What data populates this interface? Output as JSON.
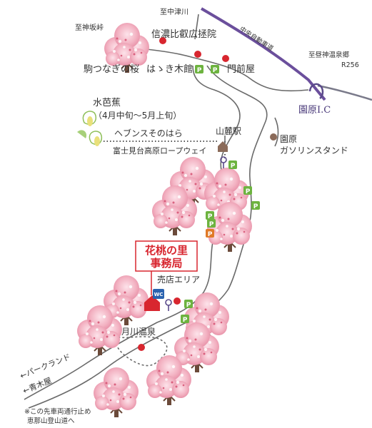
{
  "map": {
    "labels": {
      "to_nakatsugawa": "至中津川",
      "to_misakatoge": "至神坂峠",
      "chuo_expressway": "中央自動車道",
      "to_hirugami_onsen": "至昼神温泉郷",
      "r256": "R256",
      "sonohara_ic": "園原I.C",
      "shinano_hospital": "信濃比叡広拯院",
      "koma_tsunagi": "駒つなぎの桜",
      "hakiki_kan": "はゝき木館",
      "monzen_ya": "門前屋",
      "mizubasho": "水芭蕉",
      "mizubasho_period": "（4月中旬〜5月上旬）",
      "heavens_sonohara": "ヘブンスそのはら",
      "sanroku_station": "山麓駅",
      "ropeway": "富士見台高原ロープウェイ",
      "sonohara": "園原",
      "gas_station": "ガソリンスタンド",
      "office_line1": "花桃の里",
      "office_line2": "事務局",
      "shop_area": "売店エリア",
      "wc": "WC",
      "tsukikawa_onsen": "月川温泉",
      "park_land": "←パークランド",
      "aokiya": "←青木屋",
      "note_line1": "※この先車両通行止め",
      "note_line2": "恵那山登山道へ",
      "parking": "P"
    },
    "colors": {
      "road": "#6a6a6a",
      "expressway": "#6b4f9c",
      "accent_red": "#d8262f",
      "parking_green": "#6db33f",
      "parking_orange": "#e07a28",
      "blossom_pink": "#f0a7b8"
    }
  }
}
